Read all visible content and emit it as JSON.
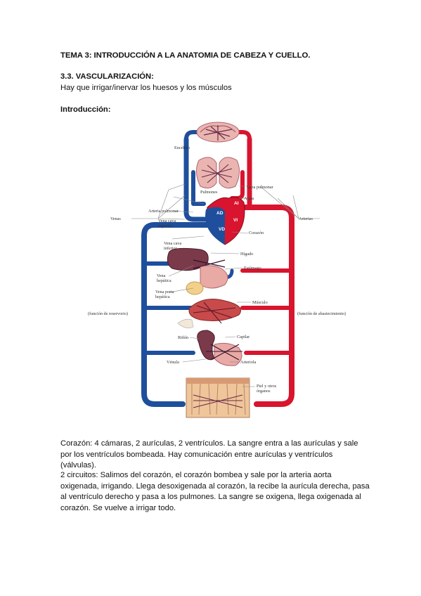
{
  "document": {
    "title": "TEMA 3: INTRODUCCIÓN A LA ANATOMIA DE CABEZA Y CUELLO.",
    "section_heading": "3.3. VASCULARIZACIÓN:",
    "section_line": "Hay que irrigar/inervar los huesos y los músculos",
    "intro_heading": "Introducción:",
    "paragraph1": "Corazón: 4 cámaras, 2 aurículas, 2 ventrículos. La sangre entra a las aurículas y sale por los ventrículos bombeada. Hay comunicación entre aurículas y ventrículos (válvulas).",
    "paragraph2": "2 circuitos: Salimos del corazón, el corazón bombea y sale por la arteria aorta oxigenada, irrigando. Llega desoxigenada al corazón, la recibe la aurícula derecha, pasa al ventrículo derecho y pasa a los pulmones. La sangre se oxigena, llega oxigenada al corazón. Se vuelve a irrigar todo."
  },
  "figure": {
    "labels": {
      "encefalo": "Encéfalo",
      "pulmones": "Pulmones",
      "vena_pulmonar": "Vena pulmonar",
      "aorta": "Aorta",
      "arteria_pulmonar": "Arteria pulmonar",
      "venas": "Venas",
      "arterias": "Arterias",
      "vena_cava_superior_1": "Vena cava",
      "vena_cava_superior_2": "superior",
      "corazon": "Corazón",
      "vena_cava_inferior_1": "Vena cava",
      "vena_cava_inferior_2": "inferior",
      "higado": "Hígado",
      "estomago": "Estómago",
      "vena_hepatica_1": "Vena",
      "vena_hepatica_2": "hepática",
      "vena_porta_1": "Vena porta",
      "vena_porta_2": "hepática",
      "musculo": "Músculo",
      "funcion_reservorio": "(función de reservorio)",
      "funcion_abastecimiento": "(función de abastecimiento)",
      "rinon": "Riñón",
      "capilar": "Capilar",
      "venula": "Vénula",
      "arteriola": "Arteriola",
      "piel_1": "Piel y otros",
      "piel_2": "órganos",
      "ai": "AI",
      "ad": "AD",
      "vi": "VI",
      "vd": "VD"
    },
    "colors": {
      "arterial": "#d9142e",
      "venous": "#1f4f9c",
      "organ": "#e9a9a4",
      "liver": "#7b3a4a"
    }
  }
}
